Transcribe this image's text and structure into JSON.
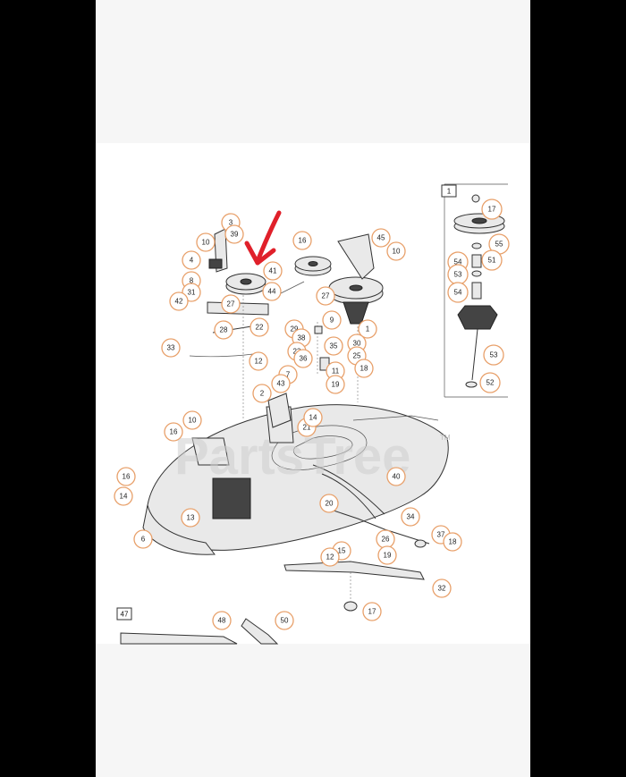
{
  "watermark": {
    "text": "PartsTree",
    "tm": "TM"
  },
  "inset_labels": {
    "main_inset": "1",
    "bottom_inset": "47"
  },
  "accent_arrow_color": "#e0202a",
  "callout_color": "#e8a06a",
  "callouts": [
    "3",
    "39",
    "10",
    "4",
    "8",
    "31",
    "42",
    "33",
    "27",
    "28",
    "22",
    "12",
    "16",
    "41",
    "44",
    "27",
    "45",
    "10",
    "1",
    "9",
    "29",
    "38",
    "35",
    "23",
    "36",
    "30",
    "25",
    "18",
    "7",
    "43",
    "11",
    "19",
    "2",
    "21",
    "14",
    "10",
    "16",
    "16",
    "14",
    "13",
    "6",
    "20",
    "40",
    "34",
    "37",
    "18",
    "26",
    "15",
    "12",
    "19",
    "32",
    "17",
    "48",
    "50",
    "17",
    "55",
    "51",
    "54",
    "53",
    "54",
    "53",
    "52"
  ]
}
